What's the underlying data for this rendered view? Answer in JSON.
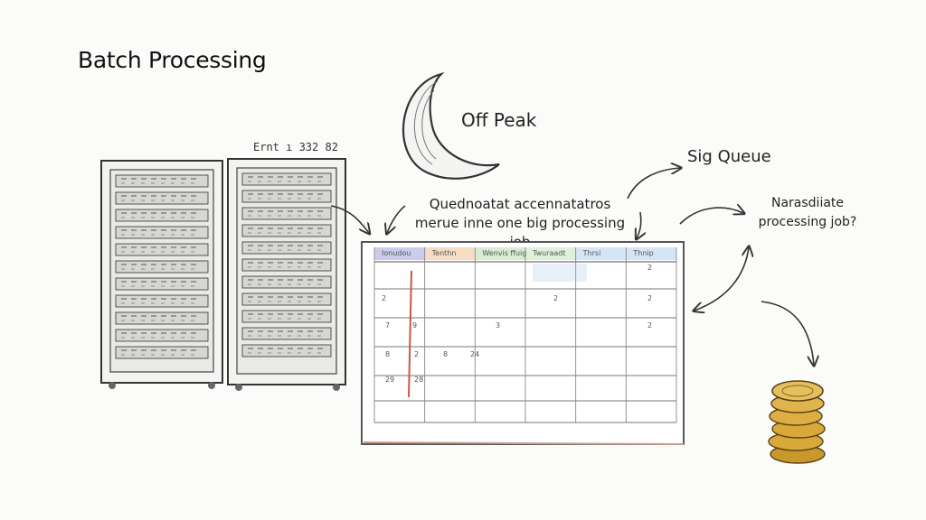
{
  "title": "Batch Processing",
  "labels": {
    "off_peak": "Off Peak",
    "big_queue": "Sig Queue",
    "rack_label": "Ernt ı 332 82",
    "note_left_line1": "Quednoatat accennatatros",
    "note_left_line2": "merue inne one big processing job",
    "note_right_line1": "Narasdiiate",
    "note_right_line2": "processing job?"
  },
  "calendar": {
    "headers": [
      "Ionudou",
      "Tenthn",
      "Wenvis ffuig",
      "Twuraadt",
      "Thrsi",
      "Thnip"
    ],
    "header_colors": [
      "#8b8fd6",
      "#e8b27a",
      "#a6d49a",
      "#b9e0b0",
      "#9fc5e8",
      "#9fc5e8"
    ],
    "numbers": [
      "2",
      "2",
      "2",
      "2",
      "7",
      "9",
      "3",
      "2",
      "8",
      "2",
      "8",
      "24",
      "29",
      "28"
    ]
  },
  "colors": {
    "ink": "#2a2a2a",
    "coin_gold": "#d8a93a",
    "calendar_accent_red": "#c8574a"
  },
  "icons": [
    "server-rack-icon",
    "moon-icon",
    "calendar-icon",
    "coin-stack-icon"
  ]
}
